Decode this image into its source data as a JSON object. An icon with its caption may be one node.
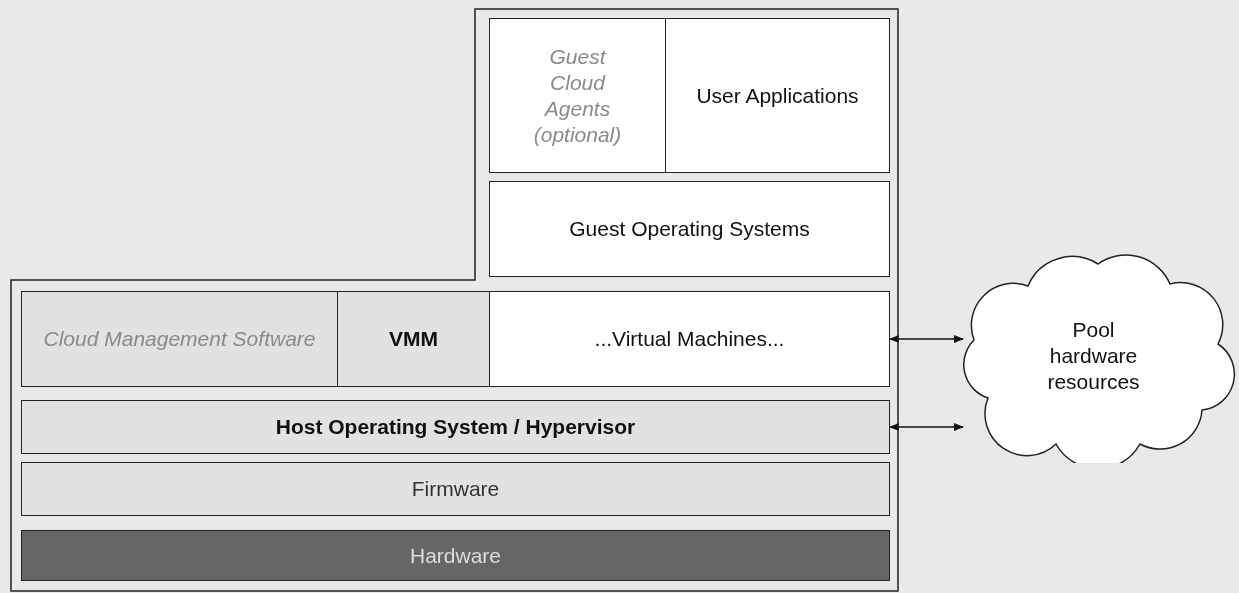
{
  "diagram": {
    "nodes": [
      {
        "text": [],
        "shape": "box"
      },
      {
        "text": [
          "Guest Cloud Agents (optional)"
        ],
        "in": 0
      },
      {
        "text": [
          "User Applications"
        ],
        "in": 0
      },
      {
        "text": [
          "Guest Operating Systems"
        ],
        "in": 0
      },
      {
        "text": [
          "Cloud Management Software"
        ],
        "in": 0
      },
      {
        "text": [
          "VMM"
        ],
        "in": 0
      },
      {
        "text": [
          "...Virtual Machines..."
        ],
        "in": 0
      },
      {
        "text": [
          "Host Operating System / Hypervisor"
        ],
        "in": 0
      },
      {
        "text": [
          "Firmware"
        ],
        "in": 0
      },
      {
        "text": [
          "Hardware"
        ],
        "in": 0
      },
      {
        "text": [
          "Pool hardware resources"
        ]
      }
    ],
    "edges": [
      {
        "from": 6,
        "to": 10,
        "arrow": "both"
      },
      {
        "from": 7,
        "to": 10,
        "arrow": "both"
      }
    ]
  }
}
